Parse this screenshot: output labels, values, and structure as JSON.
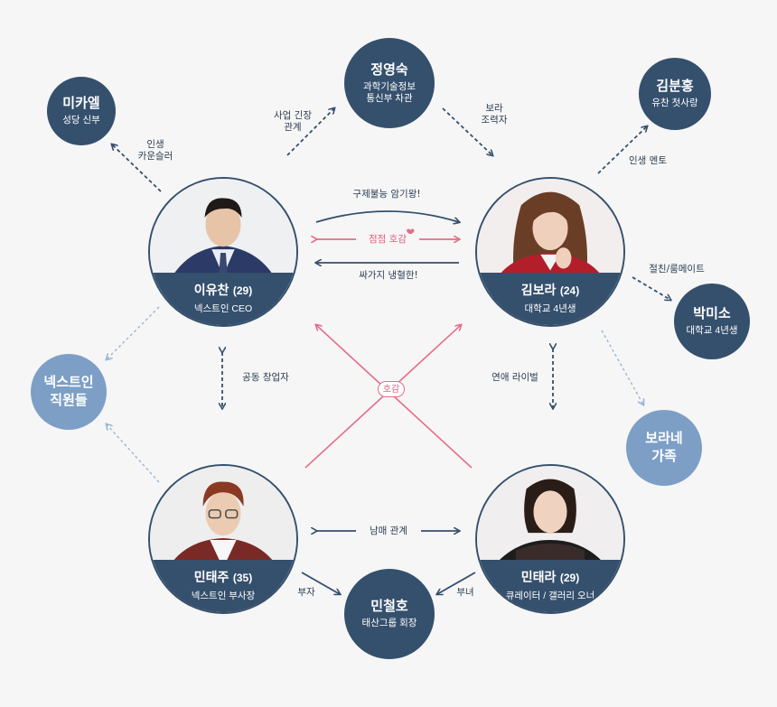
{
  "characters": {
    "yoochan": {
      "name": "이유찬",
      "age": "(29)",
      "role": "넥스트인 CEO"
    },
    "bora": {
      "name": "김보라",
      "age": "(24)",
      "role": "대학교 4년생"
    },
    "taeju": {
      "name": "민태주",
      "age": "(35)",
      "role": "넥스트인 부사장"
    },
    "taera": {
      "name": "민태라",
      "age": "(29)",
      "role": "큐레이터 / 갤러리 오너"
    }
  },
  "side": {
    "mikael": {
      "name": "미카엘",
      "role": "성당 신부"
    },
    "youngsook": {
      "name": "정영숙",
      "role": "과학기술정보\n통신부 차관"
    },
    "boonhong": {
      "name": "김분홍",
      "role": "유찬 첫사랑"
    },
    "misso": {
      "name": "박미소",
      "role": "대학교 4년생"
    },
    "staff": {
      "name": "넥스트인\n직원들"
    },
    "bora_family": {
      "name": "보라네\n가족"
    },
    "chulho": {
      "name": "민철호",
      "role": "태산그룹 회장"
    }
  },
  "relations": {
    "counselor": "인생\n카운슬러",
    "business_tension": "사업 긴장\n관계",
    "bora_helper": "보라\n조력자",
    "life_mentor": "인생 멘토",
    "best_friend": "절친/룸메이트",
    "unsolvable": "구제불능 암기왕!",
    "growing_love": "점점 호감",
    "cold_hearted": "싸가지 냉혈한!",
    "cofounders": "공동 창업자",
    "love_rivals": "연애 라이벌",
    "crush": "호감",
    "siblings": "남매 관계",
    "father_son": "부자",
    "father_daughter": "부녀"
  },
  "colors": {
    "dark_node": "#35506d",
    "light_node": "#7d9fc6",
    "line_dark": "#35506d",
    "line_pink": "#e66d86",
    "line_light": "#9bb5d3"
  }
}
